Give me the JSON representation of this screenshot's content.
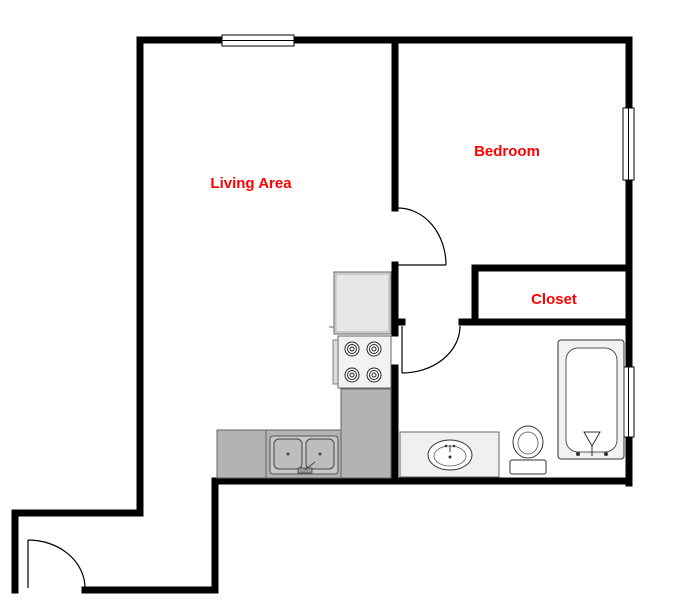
{
  "rooms": {
    "living_area": "Living Area",
    "bedroom": "Bedroom",
    "closet": "Closet"
  },
  "colors": {
    "wall": "#000000",
    "label": "#ff0000",
    "fixture_fill": "#d9d9d9",
    "fixture_fill_dark": "#b3b3b3",
    "fixture_stroke": "#555555",
    "background": "#ffffff"
  },
  "icons": [
    "window-icon",
    "door-swing-icon",
    "range-burner-icon",
    "sink-icon",
    "toilet-icon",
    "bathtub-icon"
  ]
}
